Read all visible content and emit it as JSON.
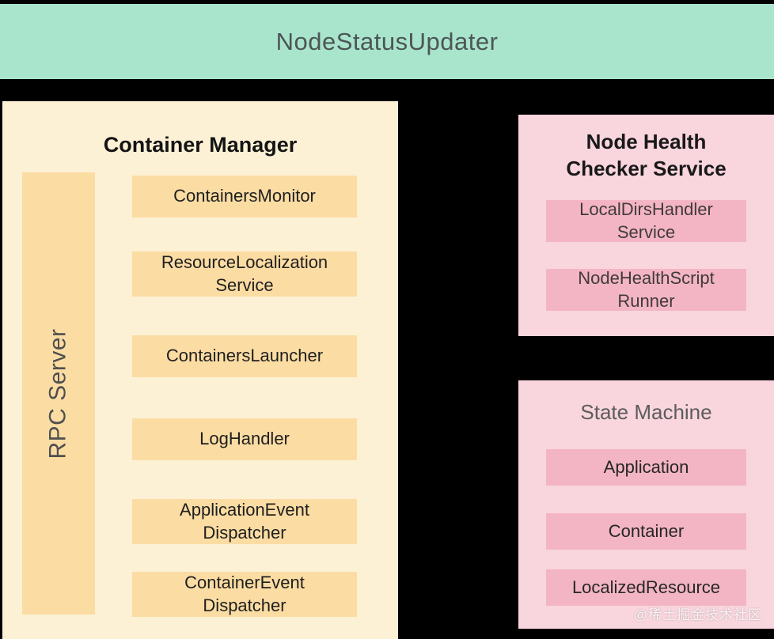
{
  "banner": {
    "title": "NodeStatusUpdater"
  },
  "container_manager": {
    "title": "Container Manager",
    "rpc_server_label": "RPC Server",
    "components": [
      "ContainersMonitor",
      "ResourceLocalization Service",
      "ContainersLauncher",
      "LogHandler",
      "ApplicationEvent Dispatcher",
      "ContainerEvent Dispatcher"
    ]
  },
  "node_health_checker": {
    "title": "Node Health Checker Service",
    "components": [
      "LocalDirsHandler Service",
      "NodeHealthScript Runner"
    ]
  },
  "state_machine": {
    "title": "State Machine",
    "components": [
      "Application",
      "Container",
      "LocalizedResource"
    ]
  },
  "watermark": "@稀土掘金技术社区",
  "colors": {
    "background": "#000000",
    "banner_green": "#a9e5cc",
    "container_manager_bg": "#fdf1d5",
    "container_component_bg": "#fbdca3",
    "pink_panel_bg": "#f9d5de",
    "pink_component_bg": "#f3b5c3"
  }
}
